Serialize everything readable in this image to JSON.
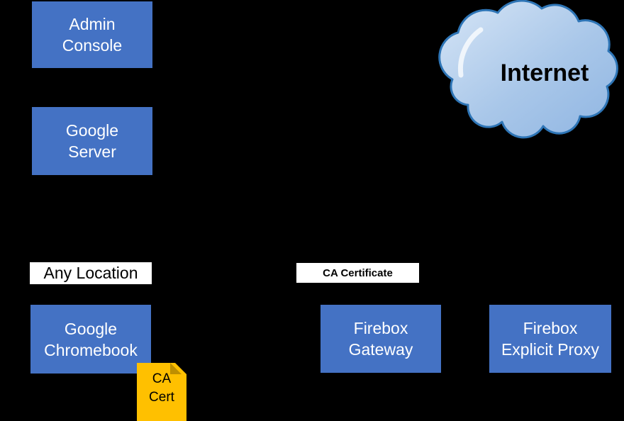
{
  "diagram": {
    "boxes": {
      "admin_console": {
        "line1": "Admin",
        "line2": "Console"
      },
      "google_server": {
        "line1": "Google",
        "line2": "Server"
      },
      "google_chromebook": {
        "line1": "Google",
        "line2": "Chromebook"
      },
      "firebox_gateway": {
        "line1": "Firebox",
        "line2": "Gateway"
      },
      "firebox_explicit_proxy": {
        "line1": "Firebox",
        "line2": "Explicit Proxy"
      }
    },
    "labels": {
      "any_location": "Any Location",
      "ca_certificate": "CA Certificate"
    },
    "cloud": {
      "label": "Internet"
    },
    "cert": {
      "line1": "CA",
      "line2": "Cert"
    }
  },
  "colors": {
    "background": "#000000",
    "node_fill": "#4472C4",
    "node_text": "#FFFFFF",
    "label_bg": "#FFFFFF",
    "label_text": "#000000",
    "cert_fill": "#FFC000",
    "cert_fold": "#BF8F00",
    "cert_text": "#000000",
    "cloud_fill_light": "#D6E5F6",
    "cloud_fill_dark": "#8FB5E2",
    "cloud_stroke": "#2E75B6",
    "internet_text": "#000000"
  }
}
